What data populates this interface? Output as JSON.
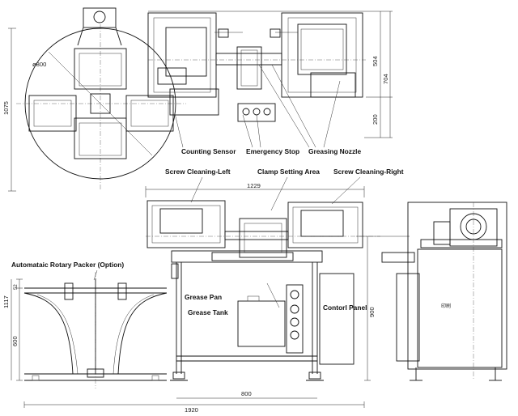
{
  "labels": {
    "counting_sensor": "Counting Sensor",
    "emergency_stop": "Emergency Stop",
    "greasing_nozzle": "Greasing Nozzle",
    "screw_cleaning_left": "Screw Cleaning-Left",
    "clamp_setting_area": "Clamp Setting Area",
    "screw_cleaning_right": "Screw Cleaning-Right",
    "rotary_packer": "Automataic Rotary Packer (Option)",
    "grease_pan": "Grease Pan",
    "grease_tank": "Grease Tank",
    "control_panel": "Contorl Panel"
  },
  "dimensions": {
    "diameter": "ø800",
    "top_height": "1075",
    "top_504": "504",
    "top_704": "704",
    "top_200": "200",
    "width_1229": "1229",
    "left_1117": "1117",
    "left_52": "52",
    "left_600": "600",
    "right_900": "900",
    "width_800": "800",
    "width_1920": "1920"
  },
  "side_view_marking": "印刷"
}
